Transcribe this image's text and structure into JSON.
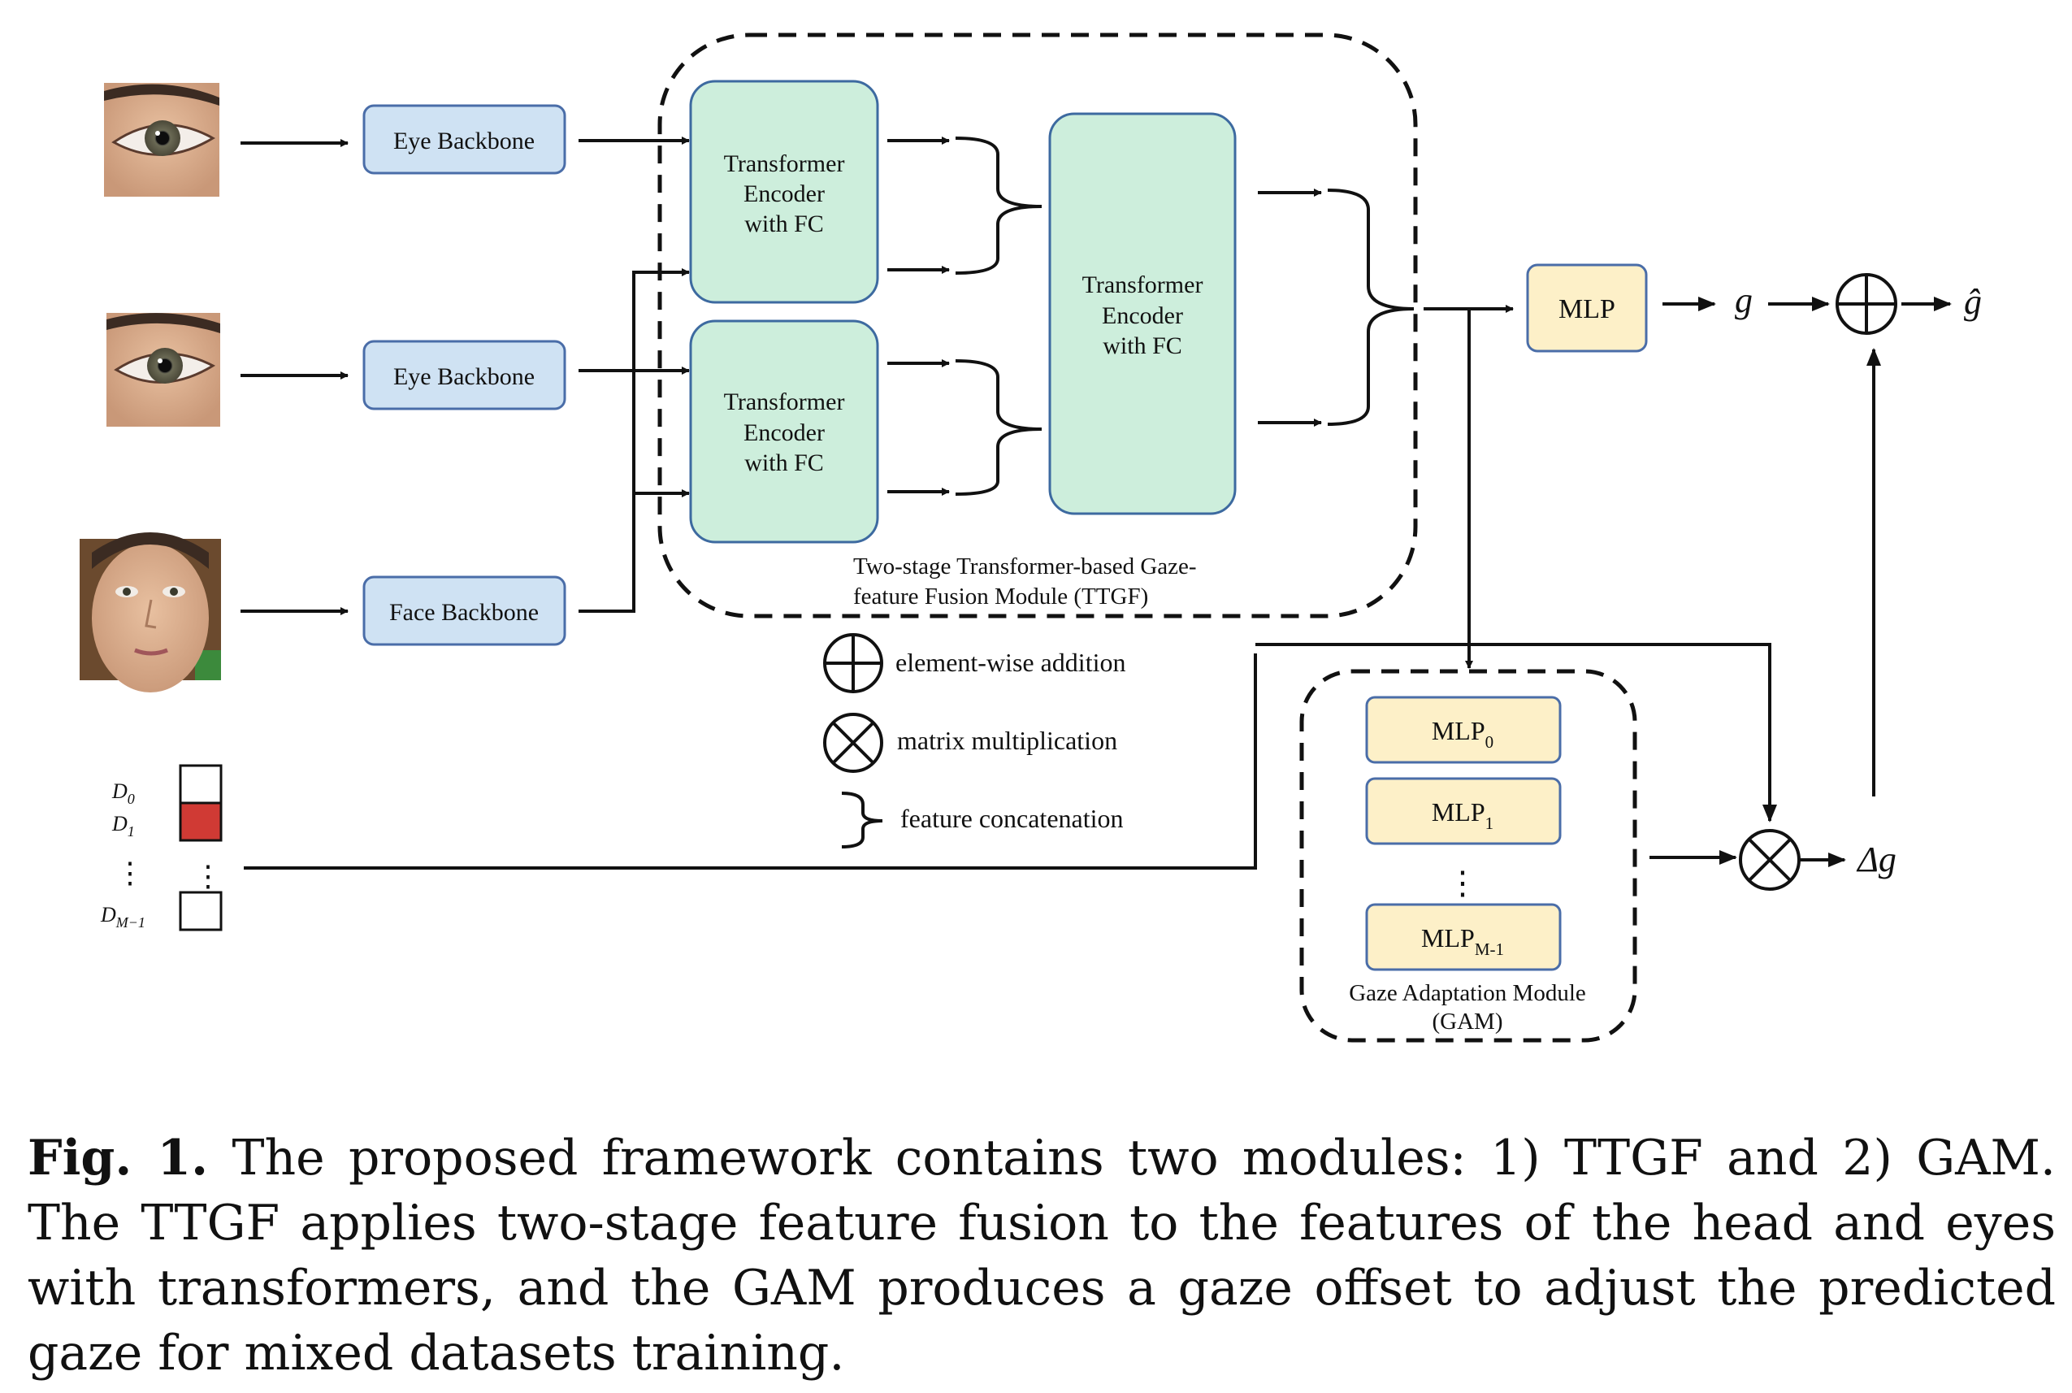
{
  "inputs": {
    "eye_backbone_1": "Eye Backbone",
    "eye_backbone_2": "Eye Backbone",
    "face_backbone": "Face Backbone"
  },
  "ttgf": {
    "encoder_top": [
      "Transformer",
      "Encoder",
      "with FC"
    ],
    "encoder_bottom": [
      "Transformer",
      "Encoder",
      "with FC"
    ],
    "encoder_big": [
      "Transformer",
      "Encoder",
      "with FC"
    ],
    "module_label": [
      "Two-stage Transformer-based Gaze-",
      "feature Fusion Module (TTGF)"
    ]
  },
  "mlp": {
    "label": "MLP"
  },
  "outputs": {
    "g": "g",
    "g_hat": "ĝ",
    "delta_g": "Δg"
  },
  "legend": {
    "addition": "element-wise addition",
    "multiplication": "matrix multiplication",
    "concatenation": "feature concatenation"
  },
  "gam": {
    "mlp_items": [
      {
        "base": "MLP",
        "sub": "0"
      },
      {
        "base": "MLP",
        "sub": "1"
      },
      {
        "base": "MLP",
        "sub": "M-1"
      }
    ],
    "ellipsis": "⋮",
    "module_label": [
      "Gaze Adaptation Module",
      "(GAM)"
    ]
  },
  "domain_vector": {
    "labels": [
      {
        "base": "D",
        "sub": "0"
      },
      {
        "base": "D",
        "sub": "1"
      },
      {
        "base": "D",
        "sub": "M−1"
      }
    ],
    "ellipsis": "⋮",
    "active_index": 1
  },
  "colors": {
    "backbone_fill": "#cfe2f3",
    "backbone_stroke": "#4a6da8",
    "encoder_fill": "#cdeedc",
    "encoder_stroke": "#3d6aa0",
    "mlp_fill": "#fdf0c8",
    "mlp_stroke": "#4a6da8",
    "domain_active": "#d03a34"
  },
  "icons": {
    "eye_image_1": "eye-photo-icon",
    "eye_image_2": "eye-photo-icon",
    "face_image": "face-photo-icon",
    "addition": "circle-plus-icon",
    "multiplication": "circle-times-icon",
    "concatenation": "curly-brace-icon"
  },
  "caption": {
    "label": "Fig. 1.",
    "text": "The proposed framework contains two modules: 1) TTGF and 2) GAM. The TTGF applies two-stage feature fusion to the features of the head and eyes with transformers, and the GAM produces a gaze offset to adjust the predicted gaze for mixed datasets training."
  }
}
